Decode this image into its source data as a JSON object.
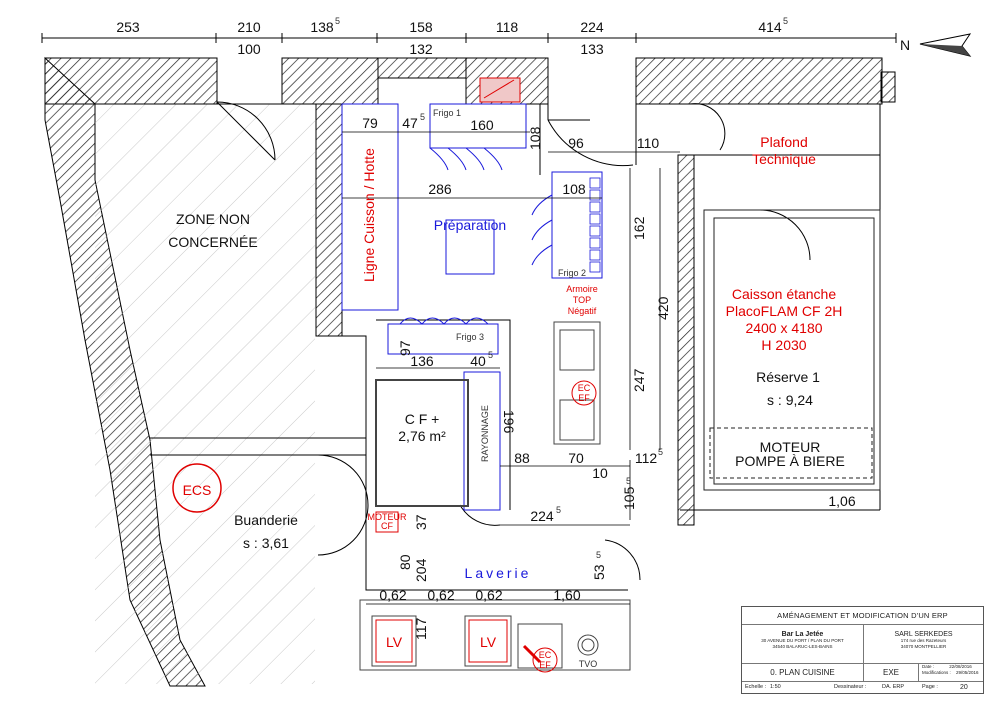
{
  "top_dims": {
    "row1": [
      "253",
      "210",
      "138",
      "158",
      "118",
      "224",
      "414"
    ],
    "row1_sup": [
      "5",
      "5"
    ],
    "row2": [
      "100",
      "132",
      "133"
    ]
  },
  "north": "N",
  "rooms": {
    "zone_non_1": "ZONE NON",
    "zone_non_2": "CONCERNÉE",
    "preparation": "Préparation",
    "plafond_1": "Plafond",
    "plafond_2": "Technique",
    "caisson": [
      "Caisson étanche",
      "PlacoFLAM CF 2H",
      "2400 x 4180",
      "H 2030"
    ],
    "reserve": "Réserve 1",
    "reserve_area": "s : 9,24",
    "moteur_pompe_1": "MOTEUR",
    "moteur_pompe_2": "POMPE À BIERE",
    "buanderie": "Buanderie",
    "buanderie_area": "s : 3,61",
    "laverie": "Laverie",
    "cf_1": "C F +",
    "cf_2": "2,76 m²"
  },
  "equipment": {
    "frigo1": "Frigo 1",
    "frigo2": "Frigo 2",
    "frigo3": "Frigo 3",
    "ligne_cuisson": "Ligne Cuisson / Hotte",
    "armoire": [
      "Armoire",
      "TOP",
      "Négatif"
    ],
    "rayonnage": "RAYONNAGE",
    "ecs": "ECS",
    "moteur_cf": [
      "MOTEUR",
      "CF"
    ],
    "ec_ef": [
      "EC",
      "EF"
    ],
    "lv": "LV",
    "tvo": "TVO"
  },
  "dims": {
    "d79": "79",
    "d47": "47",
    "d47sup": "5",
    "d160": "160",
    "d108a": "108",
    "d96": "96",
    "d110": "110",
    "d286": "286",
    "d108b": "108",
    "d162": "162",
    "d420": "420",
    "d247": "247",
    "d97": "97",
    "d136": "136",
    "d40": "40",
    "d40sup": "5",
    "d196": "196",
    "d88": "88",
    "d70": "70",
    "d10": "10",
    "d112": "112",
    "d112sup": "5",
    "d105": "105",
    "d105sup": "5",
    "d224": "224",
    "d224sup": "5",
    "d106": "1,06",
    "d37": "37",
    "d80": "80",
    "d204": "204",
    "d535": "53",
    "d535sup": "5",
    "d062a": "0,62",
    "d062b": "0,62",
    "d062c": "0,62",
    "d160m": "1,60",
    "d117": "117"
  },
  "title_block": {
    "title": "AMÉNAGEMENT ET MODIFICATION D'UN ERP",
    "client": "Bar La Jetée",
    "client_addr_1": "30 AVENUE DU PORT / PLAN DU PORT",
    "client_addr_2": "34540 BALARUC-LES-BAINS",
    "firm": "SARL SERKEDES",
    "firm_addr_1": "174 rue des Razeteurs",
    "firm_addr_2": "34070 MONTPELLIER",
    "plan": "0. PLAN CUISINE",
    "phase": "EXE",
    "date_label": "Date :",
    "date_val": "22/08/2016",
    "modif_label": "Modifications :",
    "modif_val": "29/05/2016",
    "scale_label": "Echelle :",
    "scale_val": "1:50",
    "drafter_label": "Dessinateur :",
    "drafter_val": "DA. ERP",
    "page_label": "Page :",
    "page_val": "20"
  },
  "colors": {
    "red": "#e00000",
    "blue": "#1a1adb",
    "hatch": "#222222"
  }
}
